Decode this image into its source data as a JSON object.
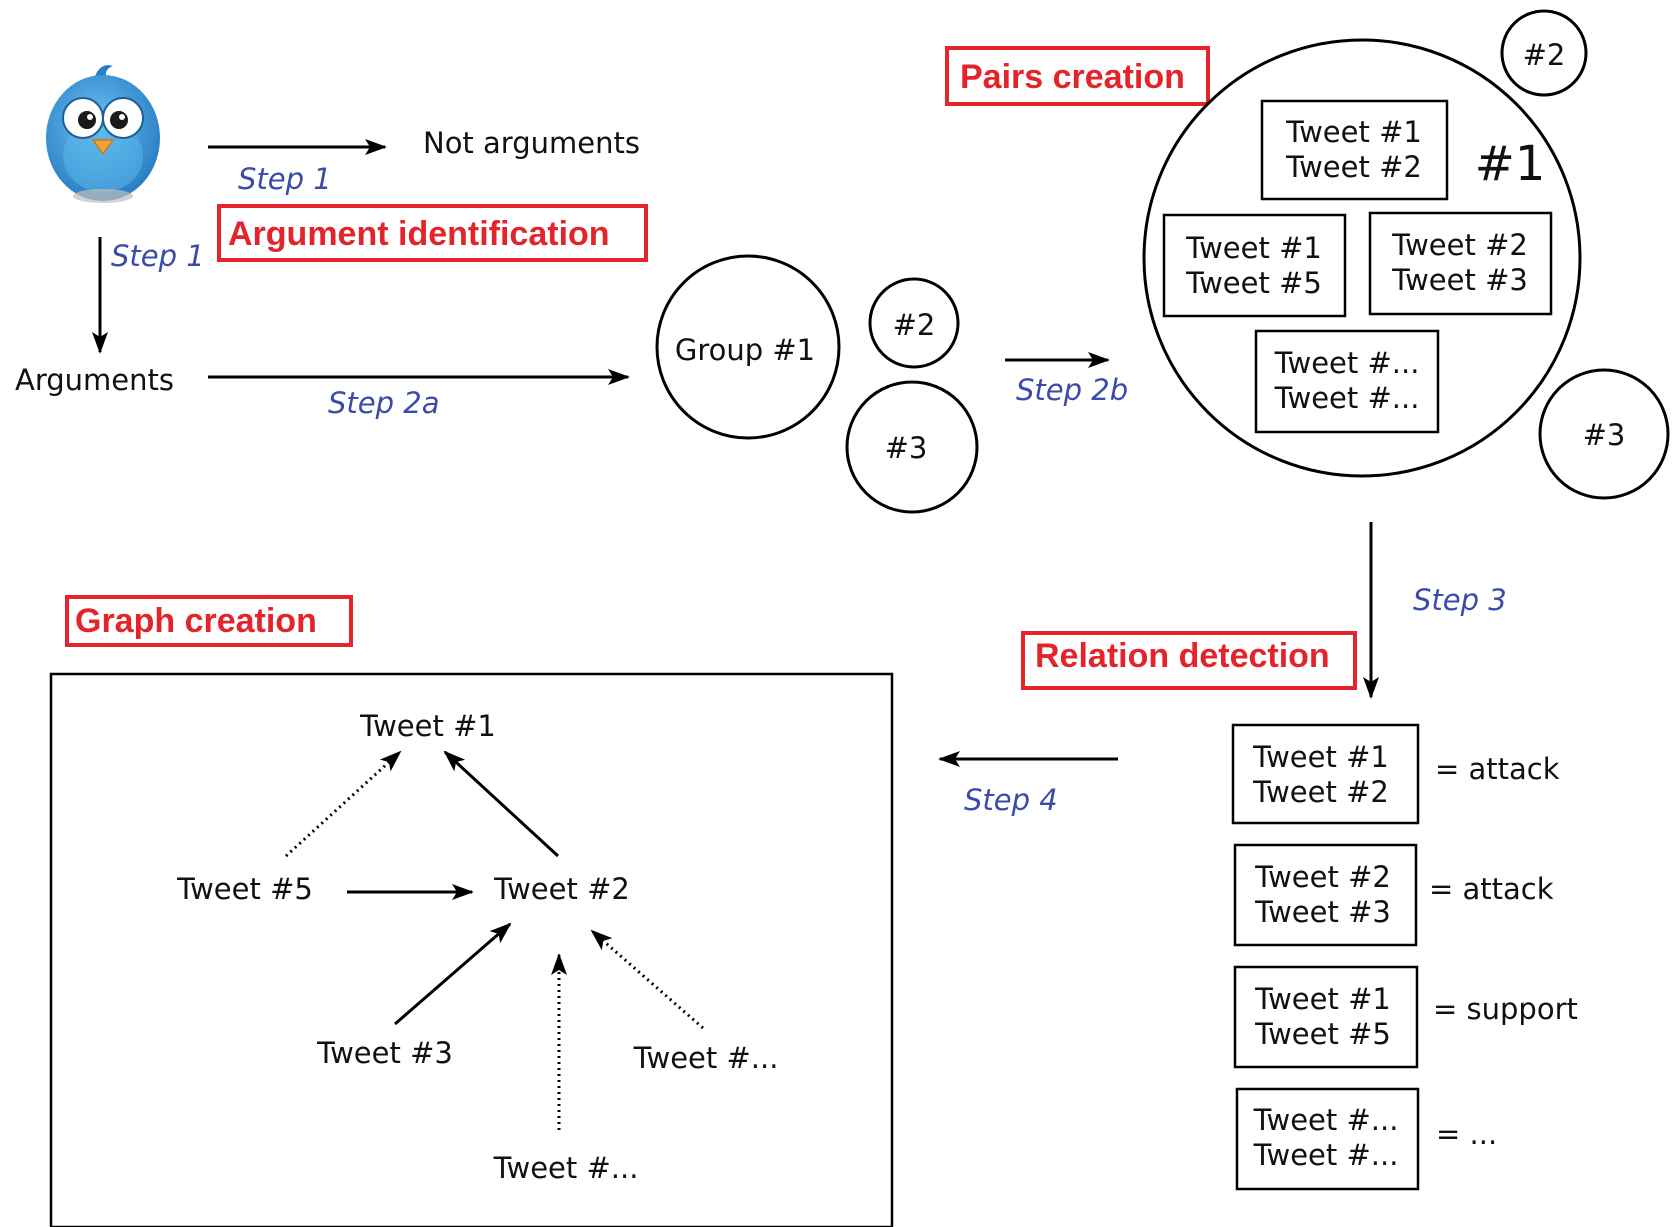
{
  "stages": {
    "argument_identification": "Argument identification",
    "pairs_creation": "Pairs creation",
    "relation_detection": "Relation detection",
    "graph_creation": "Graph creation"
  },
  "steps": {
    "step1_right": "Step 1",
    "step1_down": "Step 1",
    "step2a": "Step 2a",
    "step2b": "Step 2b",
    "step3": "Step 3",
    "step4": "Step 4"
  },
  "outputs": {
    "not_arguments": "Not arguments",
    "arguments": "Arguments"
  },
  "groups": {
    "group1": "Group #1",
    "g2": "#2",
    "g3": "#3"
  },
  "pairs_view": {
    "big_label": "#1",
    "small2": "#2",
    "small3": "#3",
    "pairs": [
      {
        "a": "Tweet #1",
        "b": "Tweet #2"
      },
      {
        "a": "Tweet #1",
        "b": "Tweet #5"
      },
      {
        "a": "Tweet #2",
        "b": "Tweet #3"
      },
      {
        "a": "Tweet #...",
        "b": "Tweet #..."
      }
    ]
  },
  "relations": [
    {
      "a": "Tweet #1",
      "b": "Tweet #2",
      "rel": "= attack"
    },
    {
      "a": "Tweet #2",
      "b": "Tweet #3",
      "rel": "= attack"
    },
    {
      "a": "Tweet #1",
      "b": "Tweet #5",
      "rel": "= support"
    },
    {
      "a": "Tweet #...",
      "b": "Tweet #...",
      "rel": "= ..."
    }
  ],
  "graph_nodes": {
    "t1": "Tweet #1",
    "t5": "Tweet #5",
    "t2": "Tweet #2",
    "t3": "Tweet #3",
    "tx_right": "Tweet #...",
    "tx_bottom": "Tweet #..."
  },
  "colors": {
    "label_red": "#e3242b",
    "step_blue": "#3a4ba8",
    "bird_blue": "#3f9bd8"
  },
  "icons": {
    "bird": "twitter-bird-icon"
  }
}
